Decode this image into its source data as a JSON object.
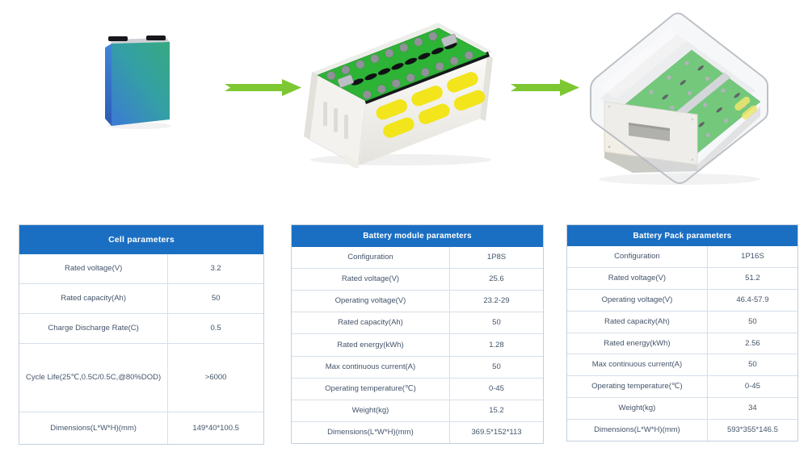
{
  "colors": {
    "table_header_bg": "#1b6fc2",
    "table_header_text": "#ffffff",
    "table_text": "#44546a",
    "table_border": "#ccd6e3",
    "arrow_green": "#7dc832",
    "pcb_green": "#2db336",
    "sticker_yellow": "#f2e51c",
    "cell_gradient_blue": "#3c7ad5",
    "cell_gradient_teal": "#36aa80"
  },
  "flow": {
    "steps": [
      {
        "name": "battery-cell"
      },
      {
        "name": "battery-module"
      },
      {
        "name": "battery-pack"
      }
    ]
  },
  "tables": [
    {
      "title": "Cell parameters",
      "rows": [
        {
          "label": "Rated voltage(V)",
          "value": "3.2"
        },
        {
          "label": "Rated capacity(Ah)",
          "value": "50"
        },
        {
          "label": "Charge Discharge Rate(C)",
          "value": "0.5"
        },
        {
          "label": "Cycle Life(25℃,0.5C/0.5C,@80%DOD)",
          "value": ">6000"
        },
        {
          "label": "Dimensions(L*W*H)(mm)",
          "value": "149*40*100.5"
        }
      ]
    },
    {
      "title": "Battery module parameters",
      "rows": [
        {
          "label": "Configuration",
          "value": "1P8S"
        },
        {
          "label": "Rated voltage(V)",
          "value": "25.6"
        },
        {
          "label": "Operating voltage(V)",
          "value": "23.2-29"
        },
        {
          "label": "Rated capacity(Ah)",
          "value": "50"
        },
        {
          "label": "Rated energy(kWh)",
          "value": "1.28"
        },
        {
          "label": "Max continuous current(A)",
          "value": "50"
        },
        {
          "label": "Operating temperature(℃)",
          "value": "0-45"
        },
        {
          "label": "Weight(kg)",
          "value": "15.2"
        },
        {
          "label": "Dimensions(L*W*H)(mm)",
          "value": "369.5*152*113"
        }
      ]
    },
    {
      "title": "Battery Pack parameters",
      "rows": [
        {
          "label": "Configuration",
          "value": "1P16S"
        },
        {
          "label": "Rated voltage(V)",
          "value": "51.2"
        },
        {
          "label": "Operating voltage(V)",
          "value": "46.4-57.9"
        },
        {
          "label": "Rated capacity(Ah)",
          "value": "50"
        },
        {
          "label": "Rated energy(kWh)",
          "value": "2.56"
        },
        {
          "label": "Max continuous current(A)",
          "value": "50"
        },
        {
          "label": "Operating temperature(℃)",
          "value": "0-45"
        },
        {
          "label": "Weight(kg)",
          "value": "34"
        },
        {
          "label": "Dimensions(L*W*H)(mm)",
          "value": "593*355*146.5"
        }
      ]
    }
  ]
}
